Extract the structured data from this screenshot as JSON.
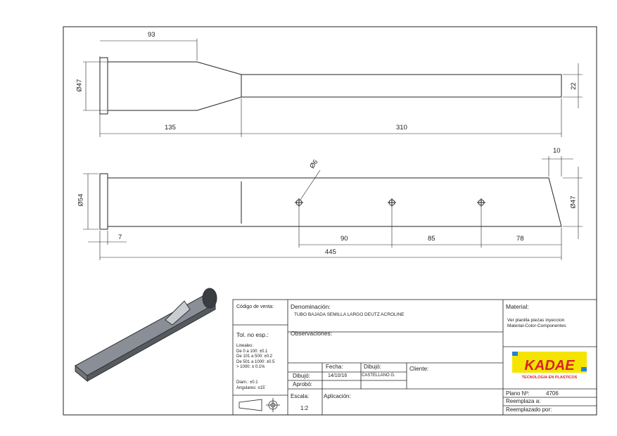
{
  "dims": {
    "top_93": "93",
    "top_phi47": "Ø47",
    "top_135": "135",
    "top_310": "310",
    "top_22": "22",
    "bot_phi6": "Ø6",
    "bot_10": "10",
    "bot_phi54": "Ø54",
    "bot_phi47": "Ø47",
    "bot_7": "7",
    "bot_90": "90",
    "bot_85": "85",
    "bot_78": "78",
    "bot_445": "445"
  },
  "title_block": {
    "codigo_label": "Código de venta:",
    "denominacion_label": "Denominación:",
    "denominacion_value": "TUBO BAJADA SEMILLA LARGO DEUTZ ACROLINE",
    "material_label": "Material:",
    "material_value_1": "Ver planilla piezas inyeccion",
    "material_value_2": "Material-Color-Componentes",
    "tol_label": "Tol. no esp.:",
    "tol_lines": [
      "Lineales:",
      "De 0 a 100: ±0.1",
      "De 101 a 500: ±0.2",
      "De 501 a 1000: ±0.5",
      "> 1000: ± 0.1%"
    ],
    "diam": "Diam.: ±0.1",
    "angulares": "Angulares: ±15´",
    "observaciones_label": "Observaciones:",
    "fecha_label": "Fecha:",
    "dibujo_col_label": "Dibujó:",
    "cliente_label": "Cliente:",
    "dibujo_row_label": "Dibujó:",
    "fecha_value": "14/10/16",
    "dibujo_value": "CASTELLANO G.",
    "aprobo_label": "Aprobó:",
    "escala_label": "Escala:",
    "escala_value": "1:2",
    "aplicacion_label": "Aplicación:",
    "plano_label": "Plano Nº:",
    "plano_value": "4706",
    "reemplaza_label": "Reemplaza a:",
    "reemplazado_label": "Reemplazado por:",
    "logo_text": "KADAE",
    "logo_sub": "TECNOLOGIA EN PLASTICOS"
  },
  "colors": {
    "line": "#222222",
    "logo_yellow": "#f5e400",
    "logo_red": "#d8222a",
    "logo_blue": "#2a7fd0"
  }
}
